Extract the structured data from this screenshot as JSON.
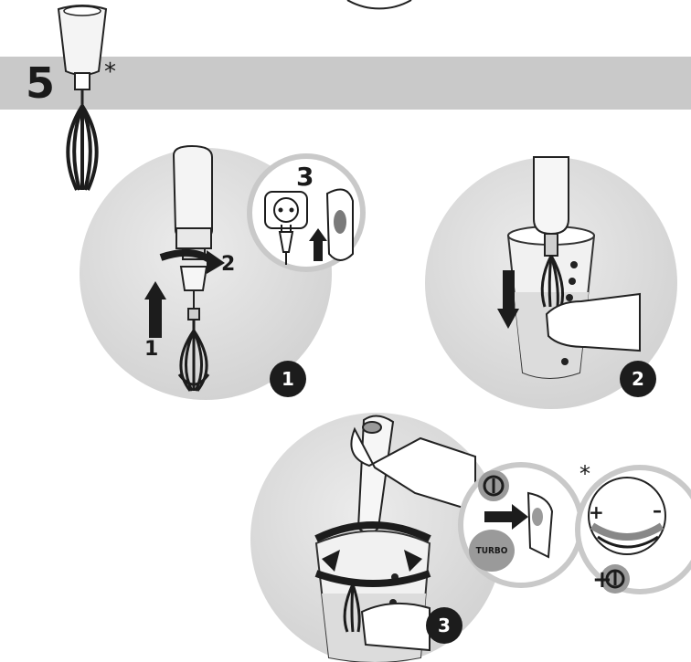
{
  "header": {
    "step_number": "5",
    "asterisk": "*"
  },
  "panels": [
    {
      "badge": "1",
      "labels": [
        "1",
        "2"
      ],
      "inset_label": "3"
    },
    {
      "badge": "2"
    },
    {
      "badge": "3",
      "inset_asterisk": "*",
      "turbo_label": "TURBO",
      "plus": "+",
      "minus": "–",
      "plus2": "+"
    }
  ],
  "colors": {
    "banner": "#c9c9c9",
    "circle": "#dedede",
    "ink": "#1c1c1c"
  },
  "icons": [
    "whisk-attachment-icon",
    "power-button-icon",
    "power-socket-icon",
    "arrow-icon",
    "speed-dial-icon"
  ]
}
